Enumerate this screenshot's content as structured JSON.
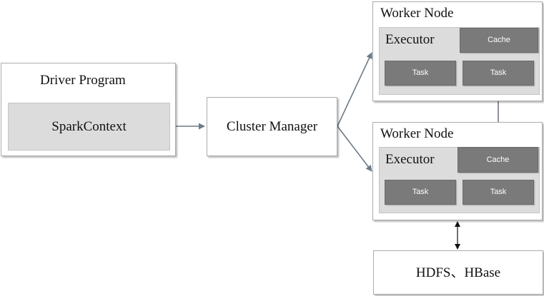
{
  "driver": {
    "title": "Driver Program",
    "context": "SparkContext"
  },
  "cluster_manager": {
    "label": "Cluster Manager"
  },
  "workers": [
    {
      "title": "Worker Node",
      "executor_label": "Executor",
      "cache_label": "Cache",
      "tasks": [
        "Task",
        "Task"
      ]
    },
    {
      "title": "Worker Node",
      "executor_label": "Executor",
      "cache_label": "Cache",
      "tasks": [
        "Task",
        "Task"
      ]
    }
  ],
  "storage": {
    "label": "HDFS、HBase"
  },
  "colors": {
    "connector": "#6e7a86",
    "dark_block": "#7a7a7a",
    "panel": "#dcdcdc"
  }
}
